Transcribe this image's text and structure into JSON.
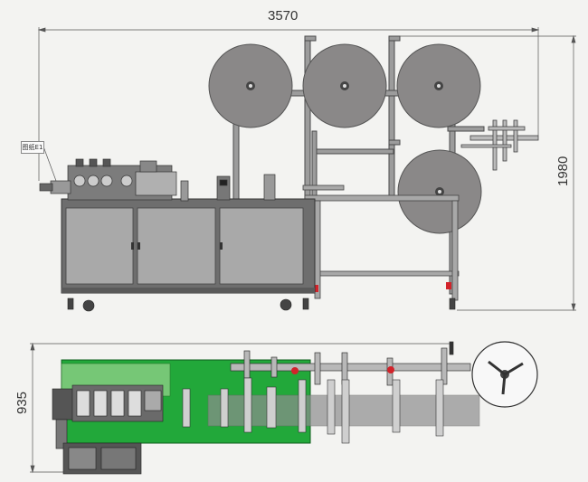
{
  "dimensions": {
    "overall_length": "3570",
    "front_height": "1980",
    "top_width": "935"
  },
  "callout": {
    "label": "图纸E1"
  },
  "colors": {
    "frame": "#5e5e5e",
    "panel": "#a9a9a9",
    "panel_dark": "#8f8f8f",
    "roll": "#8a8888",
    "green_plate": "#22a83a",
    "red_marker": "#d2232a",
    "background": "#f3f3f1"
  }
}
